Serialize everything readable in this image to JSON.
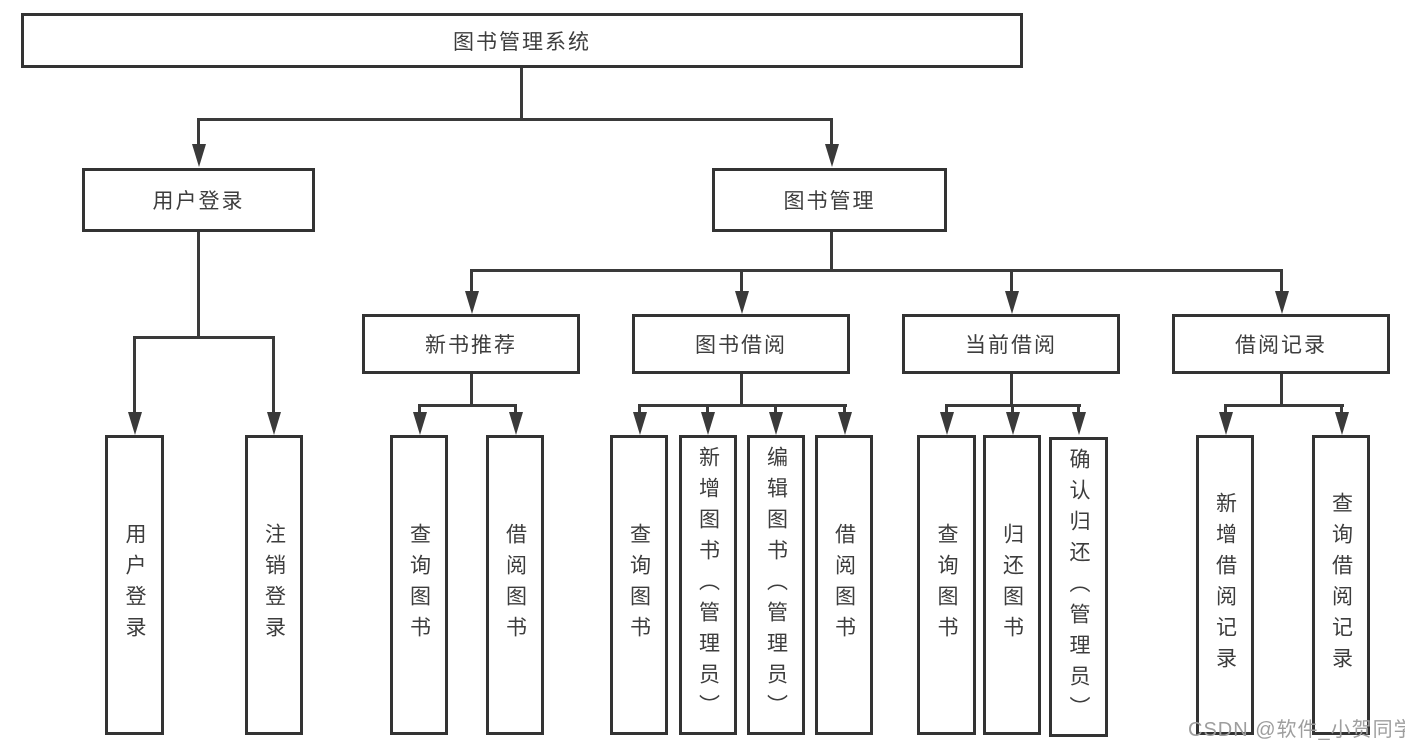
{
  "root": {
    "label": "图书管理系统"
  },
  "level2": {
    "user_login": {
      "label": "用户登录"
    },
    "book_mgmt": {
      "label": "图书管理"
    }
  },
  "level3": {
    "new_books": {
      "label": "新书推荐"
    },
    "borrow": {
      "label": "图书借阅"
    },
    "current": {
      "label": "当前借阅"
    },
    "records": {
      "label": "借阅记录"
    }
  },
  "leaves": {
    "user_login": [
      "用户登录",
      "注销登录"
    ],
    "new_books": [
      "查询图书",
      "借阅图书"
    ],
    "borrow": [
      "查询图书",
      "新增图书（管理员）",
      "编辑图书（管理员）",
      "借阅图书"
    ],
    "current": [
      "查询图书",
      "归还图书",
      "确认归还（管理员）"
    ],
    "records": [
      "新增借阅记录",
      "查询借阅记录"
    ]
  },
  "watermark": {
    "label": "CSDN @软件_小贺同学",
    "color": "#9e9e9e"
  },
  "colors": {
    "line": "#3a3a3a",
    "border": "#333333",
    "text": "#3d3d3d",
    "background": "#ffffff"
  }
}
